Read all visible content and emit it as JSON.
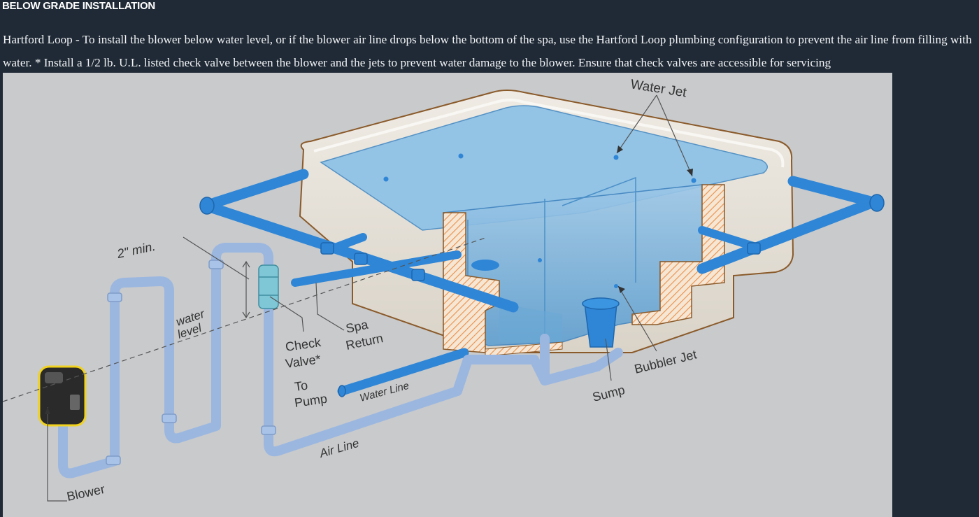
{
  "header": {
    "title": "BELOW GRADE INSTALLATION"
  },
  "description": "Hartford Loop - To install the blower below water level, or if the blower air line drops below the bottom of the spa, use the Hartford Loop plumbing configuration to prevent the air line from filling with water. * Install a 1/2 lb. U.L. listed check valve between the blower and the jets to prevent water damage to the blower. Ensure that check valves are accessible for servicing",
  "diagram": {
    "labels": {
      "water_jet": "Water Jet",
      "min_height": "2\" min.",
      "water_level_1": "water",
      "water_level_2": "level",
      "check_valve_1": "Check",
      "check_valve_2": "Valve*",
      "spa_return_1": "Spa",
      "spa_return_2": "Return",
      "to_pump_1": "To",
      "to_pump_2": "Pump",
      "water_line": "Water Line",
      "air_line": "Air Line",
      "sump": "Sump",
      "bubbler_jet": "Bubbler Jet",
      "blower": "Blower"
    },
    "colors": {
      "background": "#c8cacc",
      "air_pipe": "#9bb7e0",
      "water_pipe": "#2f86d6",
      "spa_shell": "#e6e1d8",
      "spa_water": "#7fb6de",
      "cutaway_hatch": "#f0a060",
      "blower_body": "#2a2a2a",
      "blower_outline": "#f1d21f"
    }
  }
}
